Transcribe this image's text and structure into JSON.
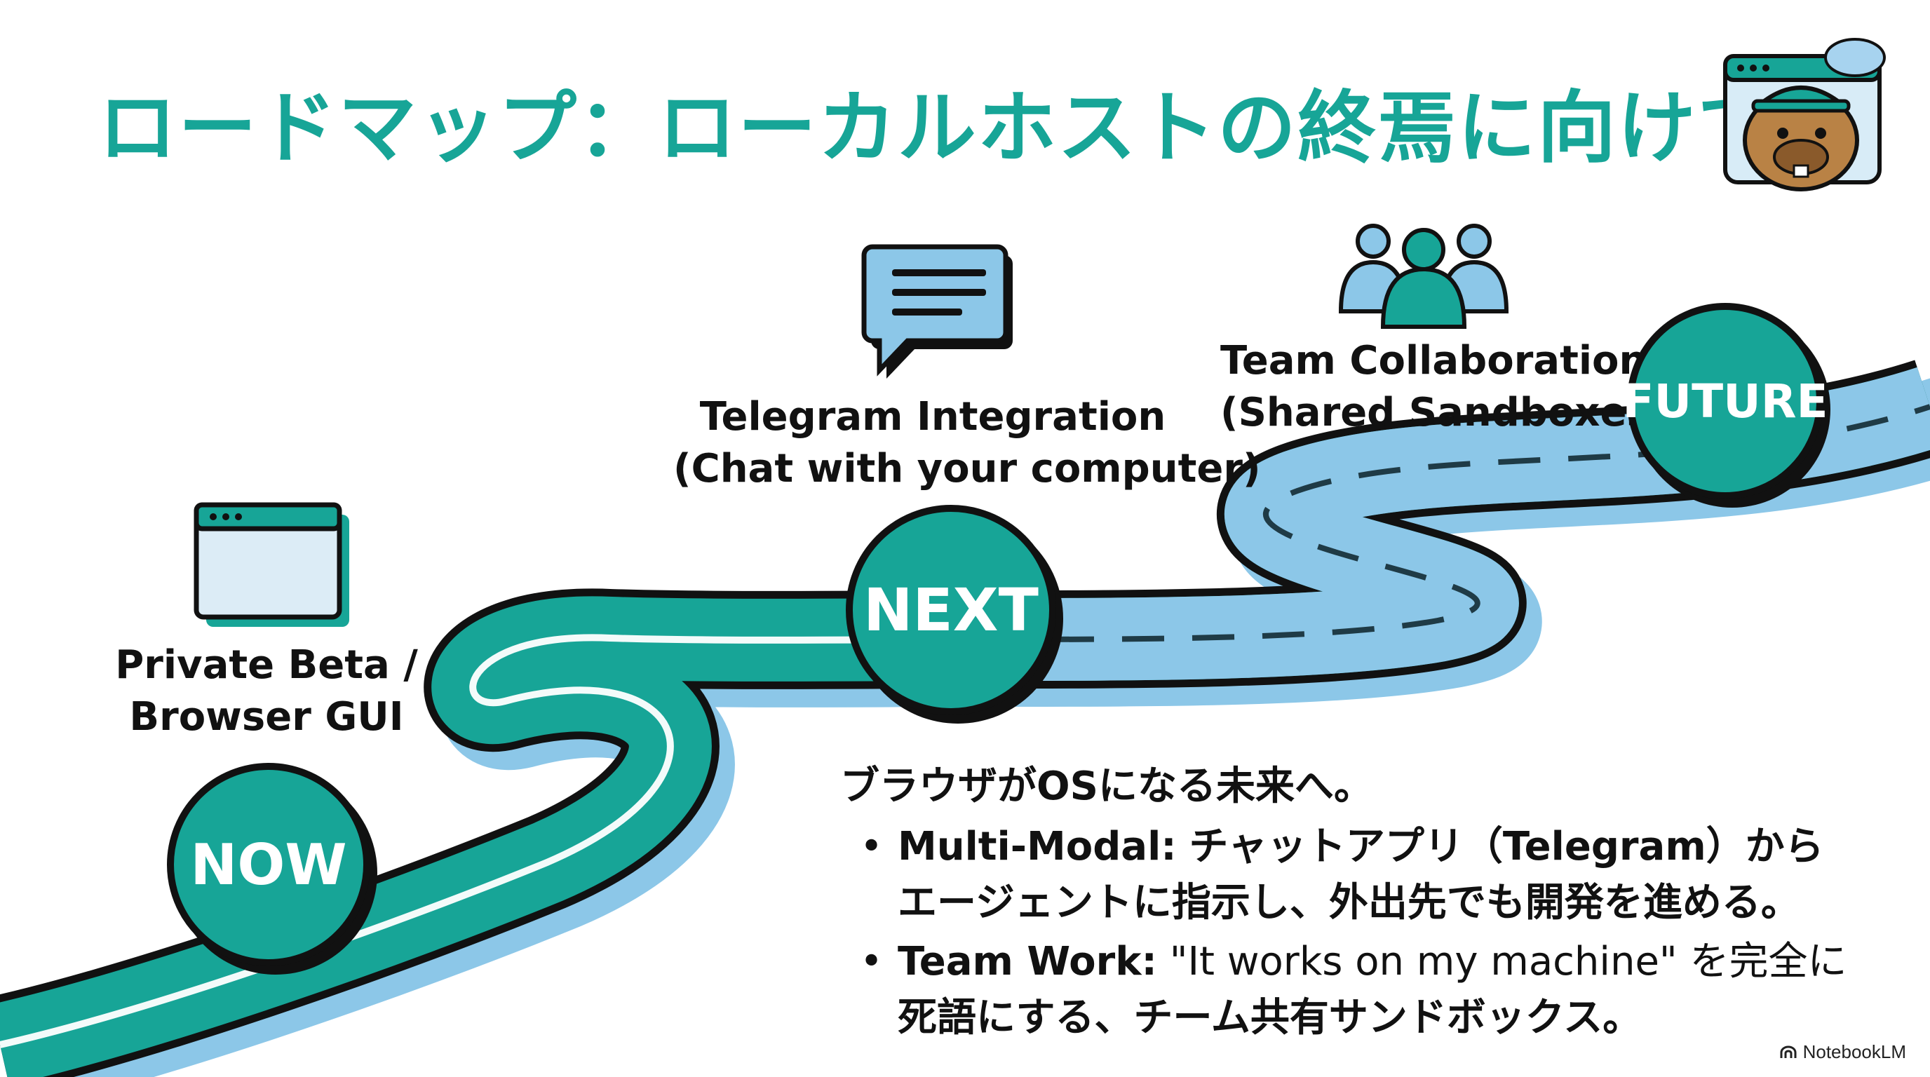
{
  "title": "ロードマップ：ローカルホストの終焉に向けて",
  "stages": {
    "now": {
      "badge": "NOW",
      "label_lines": [
        "Private Beta /",
        "Browser GUI"
      ],
      "icon": "browser-window-icon"
    },
    "next": {
      "badge": "NEXT",
      "label_lines": [
        "Telegram Integration",
        "(Chat with your computer)"
      ],
      "icon": "chat-bubble-icon"
    },
    "future": {
      "badge": "FUTURE",
      "label_lines": [
        "Team Collaboration",
        "(Shared Sandboxes)"
      ],
      "icon": "team-group-icon"
    }
  },
  "description": {
    "heading": "ブラウザがOSになる未来へ。",
    "bullet_symbol": "•",
    "bullets": [
      {
        "keyword": "Multi-Modal:",
        "lines": [
          "チャットアプリ（Telegram）から",
          "エージェントに指示し、外出先でも開発を進める。"
        ]
      },
      {
        "keyword": "Team Work:",
        "lines": [
          "\"It works on my machine\" を完全に",
          "死語にする、チーム共有サンドボックス。"
        ]
      }
    ]
  },
  "mascot": {
    "icon": "capybara-mascot-icon"
  },
  "watermark": "NotebookLM",
  "colors": {
    "teal": "#17a597",
    "light_blue": "#8cc7e8",
    "outline": "#111111",
    "title": "#17a597"
  }
}
